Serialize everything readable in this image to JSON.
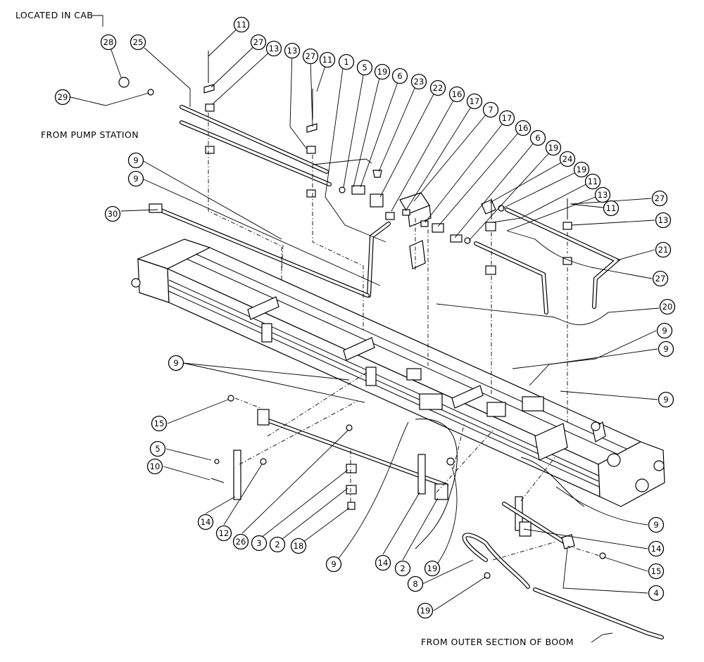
{
  "notes": {
    "located_in_cab": "LOCATED IN CAB",
    "from_pump_station": "FROM PUMP STATION",
    "from_outer_section": "FROM OUTER SECTION OF BOOM"
  },
  "callouts": [
    {
      "id": "c28",
      "label": "28"
    },
    {
      "id": "c29",
      "label": "29"
    },
    {
      "id": "c25",
      "label": "25"
    },
    {
      "id": "c11a",
      "label": "11"
    },
    {
      "id": "c27a",
      "label": "27"
    },
    {
      "id": "c13a",
      "label": "13"
    },
    {
      "id": "c13b",
      "label": "13"
    },
    {
      "id": "c27b",
      "label": "27"
    },
    {
      "id": "c11b",
      "label": "11"
    },
    {
      "id": "c1",
      "label": "1"
    },
    {
      "id": "c5a",
      "label": "5"
    },
    {
      "id": "c19a",
      "label": "19"
    },
    {
      "id": "c6a",
      "label": "6"
    },
    {
      "id": "c23",
      "label": "23"
    },
    {
      "id": "c22",
      "label": "22"
    },
    {
      "id": "c16a",
      "label": "16"
    },
    {
      "id": "c17a",
      "label": "17"
    },
    {
      "id": "c7",
      "label": "7"
    },
    {
      "id": "c17b",
      "label": "17"
    },
    {
      "id": "c16b",
      "label": "16"
    },
    {
      "id": "c6b",
      "label": "6"
    },
    {
      "id": "c19b",
      "label": "19"
    },
    {
      "id": "c24",
      "label": "24"
    },
    {
      "id": "c19c",
      "label": "19"
    },
    {
      "id": "c11c",
      "label": "11"
    },
    {
      "id": "c13c",
      "label": "13"
    },
    {
      "id": "c11d",
      "label": "11"
    },
    {
      "id": "c27c",
      "label": "27"
    },
    {
      "id": "c13d",
      "label": "13"
    },
    {
      "id": "c21",
      "label": "21"
    },
    {
      "id": "c27d",
      "label": "27"
    },
    {
      "id": "c9a",
      "label": "9"
    },
    {
      "id": "c9b",
      "label": "9"
    },
    {
      "id": "c30",
      "label": "30"
    },
    {
      "id": "c20",
      "label": "20"
    },
    {
      "id": "c9c",
      "label": "9"
    },
    {
      "id": "c9d",
      "label": "9"
    },
    {
      "id": "c9e",
      "label": "9"
    },
    {
      "id": "c9f",
      "label": "9"
    },
    {
      "id": "c15a",
      "label": "15"
    },
    {
      "id": "c5b",
      "label": "5"
    },
    {
      "id": "c10",
      "label": "10"
    },
    {
      "id": "c14a",
      "label": "14"
    },
    {
      "id": "c12",
      "label": "12"
    },
    {
      "id": "c26",
      "label": "26"
    },
    {
      "id": "c3",
      "label": "3"
    },
    {
      "id": "c2a",
      "label": "2"
    },
    {
      "id": "c18",
      "label": "18"
    },
    {
      "id": "c9g",
      "label": "9"
    },
    {
      "id": "c14b",
      "label": "14"
    },
    {
      "id": "c2b",
      "label": "2"
    },
    {
      "id": "c19d",
      "label": "19"
    },
    {
      "id": "c9h",
      "label": "9"
    },
    {
      "id": "c14c",
      "label": "14"
    },
    {
      "id": "c15b",
      "label": "15"
    },
    {
      "id": "c4",
      "label": "4"
    },
    {
      "id": "c8",
      "label": "8"
    },
    {
      "id": "c19e",
      "label": "19"
    }
  ]
}
